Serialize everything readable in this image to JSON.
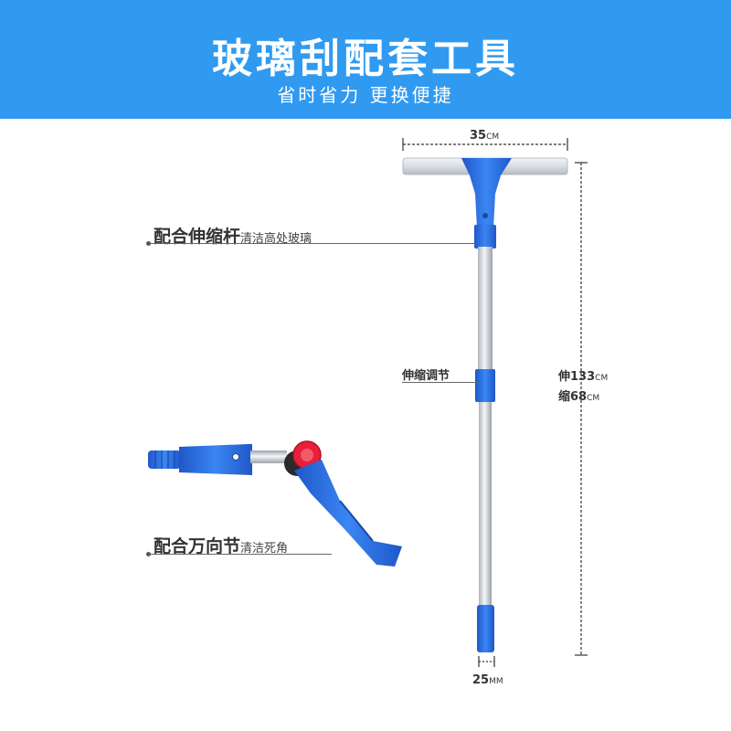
{
  "banner": {
    "title": "玻璃刮配套工具",
    "subtitle": "省时省力 更换便捷"
  },
  "dimensions": {
    "width_value": "35",
    "width_unit": "CM",
    "extend_prefix": "伸",
    "extend_value": "133",
    "extend_unit": "CM",
    "retract_prefix": "缩",
    "retract_value": "68",
    "retract_unit": "CM",
    "diameter_value": "25",
    "diameter_unit": "MM"
  },
  "callouts": {
    "telescopic_main": "配合伸缩杆",
    "telescopic_sub": "清洁高处玻璃",
    "universal_main": "配合万向节",
    "universal_sub": "清洁死角",
    "adjust_label": "伸缩调节"
  },
  "colors": {
    "banner": "#2f9af0",
    "handle_blue": "#2b6fe0",
    "pole_silver": "#c9ced6",
    "knob_red": "#e8203a"
  }
}
